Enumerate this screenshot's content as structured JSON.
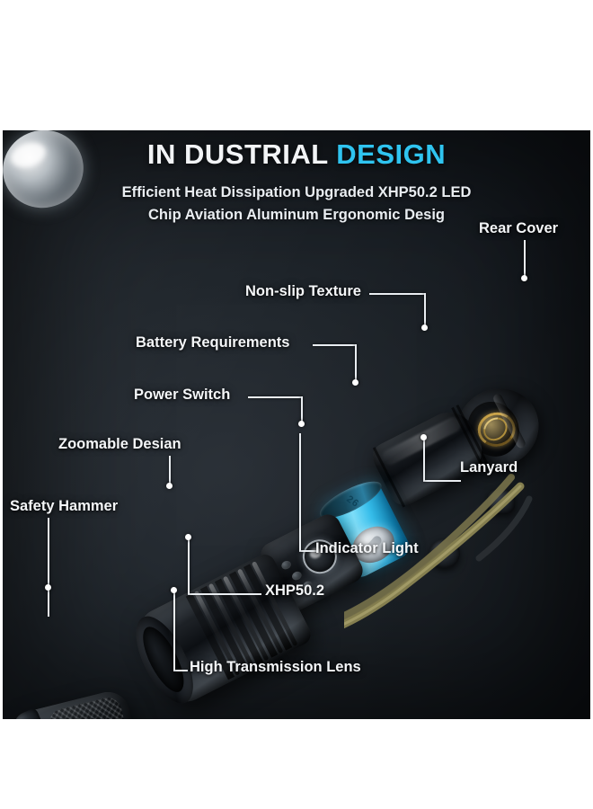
{
  "header": {
    "title_part1": "IN DUSTRIAL",
    "title_part2": "DESIGN",
    "subtitle_line1": "Efficient Heat Dissipation Upgraded XHP50.2 LED",
    "subtitle_line2": "Chip Aviation Aluminum Ergonomic Desig",
    "accent_color": "#2fc4f0",
    "text_color": "#f2f4f6"
  },
  "callouts": [
    {
      "id": "rear-cover",
      "label": "Rear Cover"
    },
    {
      "id": "non-slip-texture",
      "label": "Non-slip Texture"
    },
    {
      "id": "battery-requirements",
      "label": "Battery Requirements"
    },
    {
      "id": "power-switch",
      "label": "Power Switch"
    },
    {
      "id": "zoomable-design",
      "label": "Zoomable Desian"
    },
    {
      "id": "safety-hammer",
      "label": "Safety Hammer"
    },
    {
      "id": "lanyard",
      "label": "Lanyard"
    },
    {
      "id": "indicator-light",
      "label": "Indicator Light"
    },
    {
      "id": "xhp50",
      "label": "XHP50.2"
    },
    {
      "id": "high-transmission-lens",
      "label": "High Transmission Lens"
    }
  ],
  "artwork": {
    "product": "flashlight-exploded-view",
    "battery_color": "#3fc7ef",
    "body_color": "#1a1e23",
    "lanyard_color": "#8a8452",
    "spring_color": "#c9a34a",
    "panel_background": "#20262c",
    "page_background": "#ffffff"
  }
}
